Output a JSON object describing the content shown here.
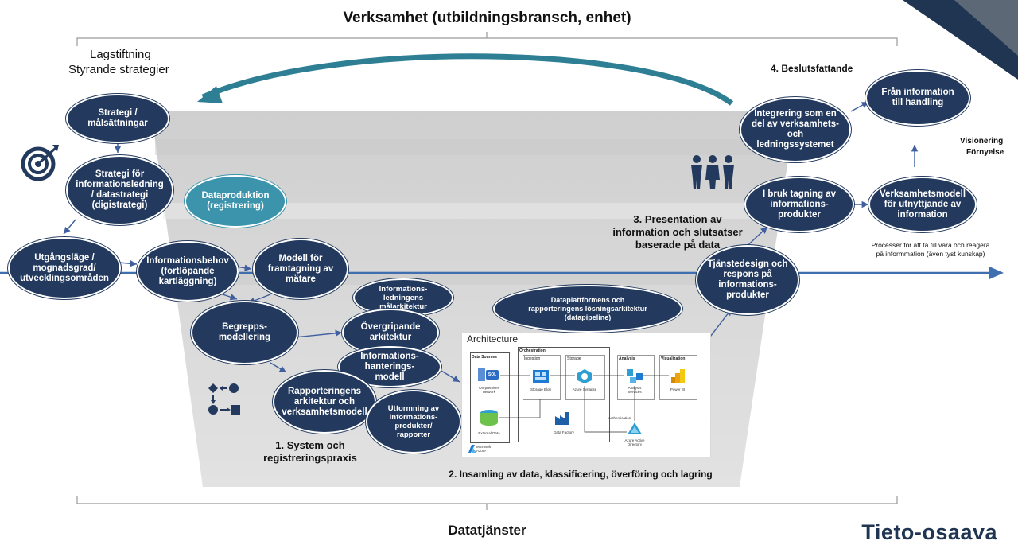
{
  "top_title": "Verksamhet (utbildningsbransch, enhet)",
  "bottom_title": "Datatjänster",
  "brand": "Tieto-osaava",
  "law_line1": "Lagstiftning",
  "law_line2": "Styrande strategier",
  "decision_label": "4. Beslutsfattande",
  "vision_line1": "Visionering",
  "vision_line2": "Förnyelse",
  "process_note": "Processer för att ta till vara och reagera\npå informmation (även tyst kunskap)",
  "presentation_label": "3. Presentation av\ninformation och slutsatser\nbaserade på data",
  "system_label": "1. System och\nregistreringspraxis",
  "collection_label": "2. Insamling av data, klassificering, överföring och lagring",
  "nodes": {
    "strategy": "Strategi /\nmålsättningar",
    "info_strategy": "Strategi för\ninformationsledning\n/ datastrategi\n(digistrategi)",
    "dataproduction": "Dataproduktion\n(registrering)",
    "baseline": "Utgångsläge /\nmognadsgrad/\nutvecklingsområden",
    "info_needs": "Informationsbehov\n(fortlöpande\nkartläggning)",
    "model": "Modell för\nframtagning av\nmätare",
    "concept": "Begrepps-\nmodellering",
    "target_arch": "Informations-\nledningens\nmålarkitektur",
    "overall_arch": "Övergripande\narkitektur",
    "info_mgmt": "Informations-\nhanterings-\nmodell",
    "reporting_arch": "Rapporteringens\narkitektur och\nverksamhetsmodell",
    "design_reports": "Utformning av\ninformations-\nprodukter/\nrapporter",
    "platform_arch": "Dataplattformens och\nrapporteringens lösningsarkitektur\n(datapipeline)",
    "service_design": "Tjänstedesign och\nrespons på\ninformations-\nprodukter",
    "adoption": "I bruk tagning av\ninformations-\nprodukter",
    "integration": "Integrering som en\ndel av verksamhets-\noch\nledningssystemet",
    "to_action": "Från information\ntill handling",
    "business_model": "Verksamhetsmodell\nför utnyttjande av\ninformation"
  },
  "architecture": {
    "header": "Architecture",
    "data_sources": "Data Sources",
    "orchestration": "Orchestration",
    "ingestion": "Ingestion",
    "storage": "Storage",
    "analysis": "Analysis",
    "visualization": "Visualization",
    "onprem": "On-premises\nnetwork",
    "external": "External Data",
    "storage_blob": "Storage Blob",
    "synapse": "Azure Synapse",
    "data_factory": "Data Factory",
    "analysis_services": "Analysis\nServices",
    "power_bi": "Power BI",
    "authentication": "Authentication",
    "active_directory": "Azure Active\nDirectory",
    "ms_azure": "Microsoft\nAzure",
    "sql": "SQL"
  },
  "colors": {
    "node": "#233a5e",
    "teal": "#3b94ac",
    "arrow": "#3f5f9e",
    "big_arrow": "#2e7f93",
    "funnel": "#d9d9d9"
  }
}
